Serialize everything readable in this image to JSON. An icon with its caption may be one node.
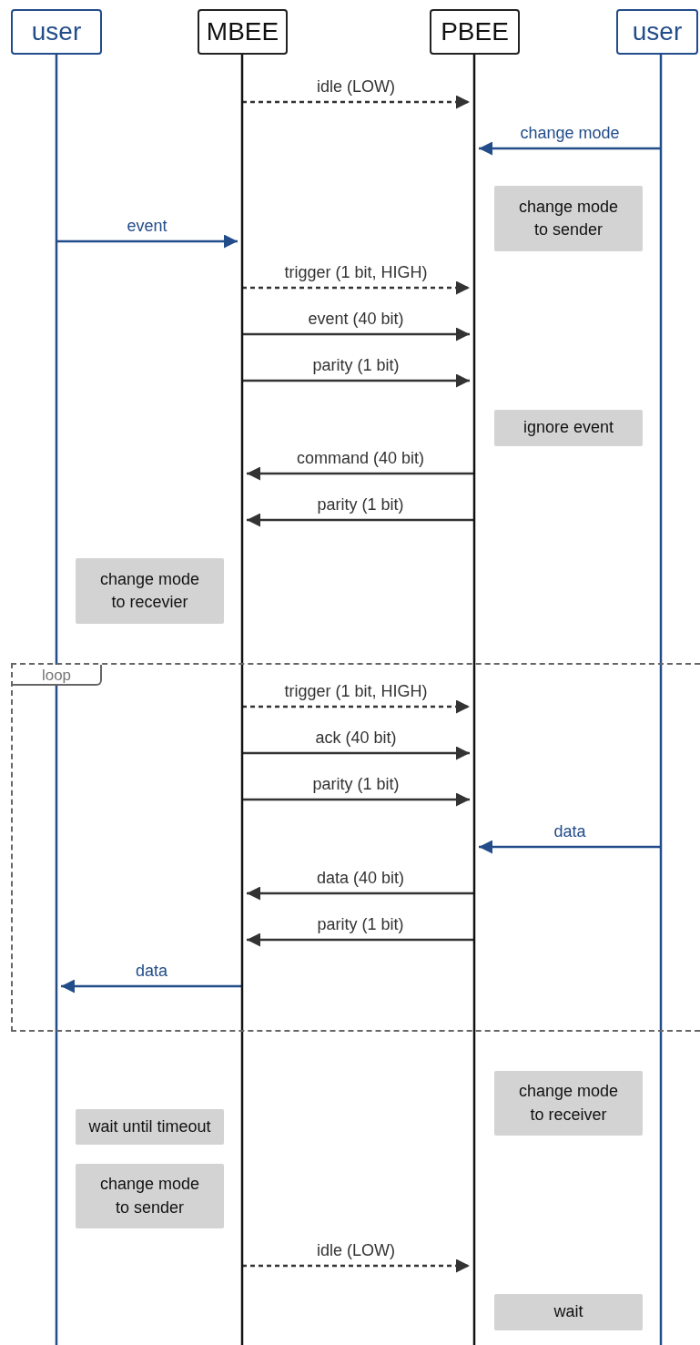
{
  "diagram": {
    "nodes": [
      {
        "text": [
          "user"
        ]
      },
      {
        "text": [
          "MBEE"
        ]
      },
      {
        "text": [
          "PBEE"
        ]
      },
      {
        "text": [
          "user"
        ]
      },
      {
        "text": [
          "change mode to sender"
        ]
      },
      {
        "text": [
          "ignore event"
        ]
      },
      {
        "text": [
          "change mode to recevier"
        ]
      },
      {
        "text": [
          "change mode to receiver"
        ]
      },
      {
        "text": [
          "wait until timeout"
        ]
      },
      {
        "text": [
          "change mode to sender"
        ]
      },
      {
        "text": [
          "wait"
        ]
      }
    ],
    "edges": [
      {
        "from": 1,
        "to": 2,
        "arrow": "to",
        "label": "idle (LOW)",
        "style": "dashed"
      },
      {
        "from": 3,
        "to": 2,
        "arrow": "to",
        "label": "change mode",
        "color": "#234d8a"
      },
      {
        "from": 0,
        "to": 1,
        "arrow": "to",
        "label": "event",
        "color": "#234d8a"
      },
      {
        "from": 1,
        "to": 2,
        "arrow": "to",
        "label": "trigger (1 bit, HIGH)",
        "style": "dashed"
      },
      {
        "from": 1,
        "to": 2,
        "arrow": "to",
        "label": "event (40 bit)"
      },
      {
        "from": 1,
        "to": 2,
        "arrow": "to",
        "label": "parity (1 bit)"
      },
      {
        "from": 2,
        "to": 1,
        "arrow": "to",
        "label": "command (40 bit)"
      },
      {
        "from": 2,
        "to": 1,
        "arrow": "to",
        "label": "parity (1 bit)"
      },
      {
        "from": 1,
        "to": 2,
        "arrow": "to",
        "label": "trigger (1 bit, HIGH)",
        "style": "dashed"
      },
      {
        "from": 1,
        "to": 2,
        "arrow": "to",
        "label": "ack (40 bit)"
      },
      {
        "from": 1,
        "to": 2,
        "arrow": "to",
        "label": "parity (1 bit)"
      },
      {
        "from": 3,
        "to": 2,
        "arrow": "to",
        "label": "data",
        "color": "#234d8a"
      },
      {
        "from": 2,
        "to": 1,
        "arrow": "to",
        "label": "data (40 bit)"
      },
      {
        "from": 2,
        "to": 1,
        "arrow": "to",
        "label": "parity (1 bit)"
      },
      {
        "from": 1,
        "to": 0,
        "arrow": "to",
        "label": "data",
        "color": "#234d8a"
      },
      {
        "from": 1,
        "to": 2,
        "arrow": "to",
        "label": "idle (LOW)",
        "style": "dashed"
      }
    ],
    "labels": [
      "loop"
    ]
  }
}
